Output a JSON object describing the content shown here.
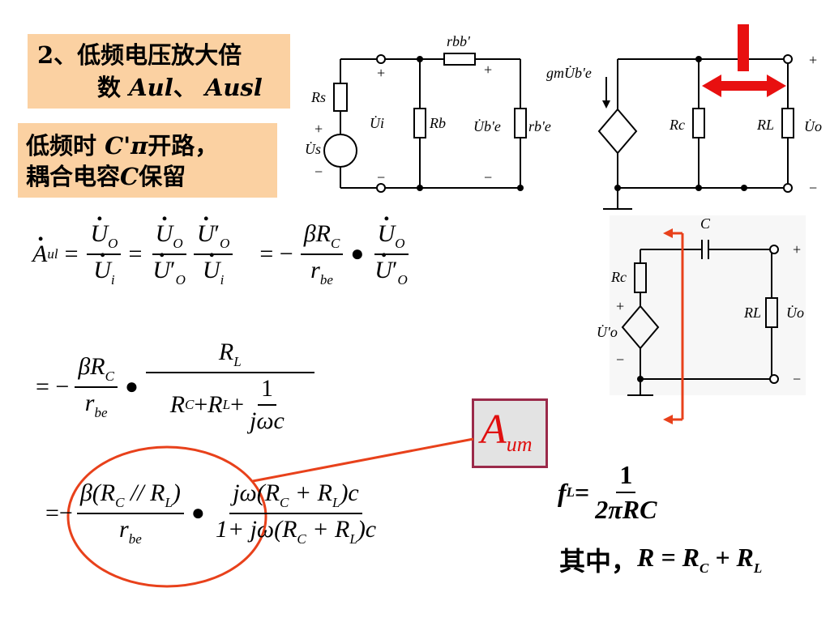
{
  "title_box": {
    "line1": "2、低频电压放大倍",
    "line2_prefix": "数 ",
    "aul": "Aul",
    "sep": "、 ",
    "ausl": "Ausl"
  },
  "note_box": {
    "line1_prefix": "低频时   ",
    "cpi": "C'π",
    "line1_suffix": "开路，",
    "line2_prefix": "耦合电容",
    "c": "C",
    "line2_suffix": "保留"
  },
  "circuit_top": {
    "rs": "Rs",
    "us": "U̇s",
    "ui": "U̇i",
    "rb": "Rb",
    "rbb": "rbb'",
    "ube": "U̇b'e",
    "rbe": "rb'e",
    "gm": "gmU̇b'e",
    "rc": "Rc",
    "rl": "RL",
    "uo": "U̇o",
    "plus": "+",
    "minus": "−"
  },
  "circuit_right": {
    "c": "C",
    "rc": "Rc",
    "uo_prime": "U̇'o",
    "rl": "RL",
    "uo": "U̇o",
    "plus": "+",
    "minus": "−"
  },
  "eq1": {
    "lhs": "A",
    "lhs_sub": "ul",
    "eq": "=",
    "U": "U",
    "o": "O",
    "i": "i",
    "prime": "′",
    "neg_eq": "= −",
    "beta_rc": "βR",
    "c": "C",
    "rbe": "r",
    "be": "be"
  },
  "eq2": {
    "neg_eq": "= −",
    "beta_rc": "βR",
    "c": "C",
    "rbe": "r",
    "be": "be",
    "rl": "R",
    "l": "L",
    "den": "R",
    "plus": " + ",
    "one": "1",
    "jwc": "jωc"
  },
  "eq3": {
    "eq_neg": "=−",
    "beta_par": "β(R",
    "c": "C",
    "par": " // R",
    "l": "L",
    "close": ")",
    "rbe": "r",
    "be": "be",
    "num": "jω(R",
    "plus": " + R",
    "close_c": ")c",
    "one_plus": "1+ jω(R"
  },
  "aum": {
    "a": "A",
    "sub": "um"
  },
  "fl": {
    "f": "f",
    "sub": "L",
    "eq": " = ",
    "num": "1",
    "den": "2πRC"
  },
  "where": {
    "prefix": "其中，",
    "expr": "R = R",
    "c": "C",
    "plus": " + R",
    "l": "L"
  },
  "colors": {
    "box": "#fbd1a2",
    "accent": "#e8411b",
    "aum_text": "#e01010",
    "aum_border": "#9b2a4a"
  }
}
